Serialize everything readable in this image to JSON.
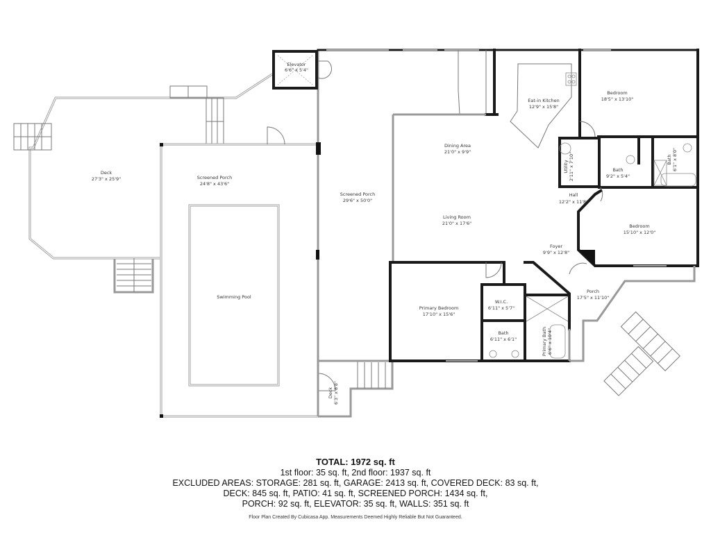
{
  "rooms": {
    "elevator": {
      "name": "Elevator",
      "size": "6'6\" x 5'4\""
    },
    "kitchen": {
      "name": "Eat-in Kitchen",
      "size": "12'9\" x 15'8\""
    },
    "bedroom1": {
      "name": "Bedroom",
      "size": "18'5\" x 13'10\""
    },
    "dining": {
      "name": "Dining Area",
      "size": "21'0\" x 9'9\""
    },
    "utility": {
      "name": "Utility",
      "size": "2'11\" x 7'10\""
    },
    "bath1": {
      "name": "Bath",
      "size": "9'2\" x 5'4\""
    },
    "bath2": {
      "name": "Bath",
      "size": "6'1\" x 8'0\""
    },
    "deck": {
      "name": "Deck",
      "size": "27'3\" x 25'9\""
    },
    "screened_porch1": {
      "name": "Screened Porch",
      "size": "24'8\" x 43'6\""
    },
    "screened_porch2": {
      "name": "Screened Porch",
      "size": "29'6\" x 50'0\""
    },
    "hall": {
      "name": "Hall",
      "size": "12'2\" x 11'8\""
    },
    "living": {
      "name": "Living Room",
      "size": "21'0\" x 17'6\""
    },
    "bedroom2": {
      "name": "Bedroom",
      "size": "15'10\" x 12'0\""
    },
    "foyer": {
      "name": "Foyer",
      "size": "9'9\" x 12'8\""
    },
    "porch": {
      "name": "Porch",
      "size": "17'5\" x 11'10\""
    },
    "wic": {
      "name": "W.I.C.",
      "size": "6'11\" x 5'7\""
    },
    "primary_bedroom": {
      "name": "Primary Bedroom",
      "size": "17'10\" x 15'6\""
    },
    "pool": {
      "name": "Swimming Pool"
    },
    "bath3": {
      "name": "Bath",
      "size": "6'11\" x 6'1\""
    },
    "primary_bath": {
      "name": "Primary Bath",
      "size": "6'6\" x 10'4\""
    },
    "deck2": {
      "name": "Deck",
      "size": "6'3\" x 8'8\""
    }
  },
  "summary": {
    "total": "TOTAL: 1972 sq. ft",
    "floors": "1st floor: 35 sq. ft, 2nd floor: 1937 sq. ft",
    "excluded_1": "EXCLUDED AREAS: STORAGE: 281 sq. ft, GARAGE: 2413 sq. ft, COVERED DECK: 83 sq. ft,",
    "excluded_2": "DECK: 845 sq. ft, PATIO: 41 sq. ft, SCREENED PORCH: 1434 sq. ft,",
    "excluded_3": "PORCH: 92 sq. ft, ELEVATOR: 35 sq. ft, WALLS: 351 sq. ft",
    "credit": "Floor Plan Created By Cubicasa App. Measurements Deemed Highly Reliable But Not Guaranteed."
  }
}
